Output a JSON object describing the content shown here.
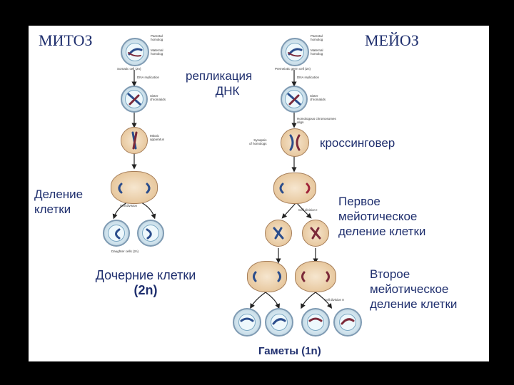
{
  "titles": {
    "mitosis": "МИТОЗ",
    "meiosis": "МЕЙОЗ"
  },
  "annotations": {
    "dna_replication": [
      "репликация",
      "ДНК"
    ],
    "cell_division": [
      "Деление",
      "клетки"
    ],
    "daughter_cells": [
      "Дочерние клетки",
      "(2n)"
    ],
    "crossing_over": "кроссинговер",
    "first_division": [
      "Первое",
      "мейотическое",
      "деление клетки"
    ],
    "second_division": [
      "Второе",
      "мейотическое",
      "деление клетки"
    ],
    "gametes": "Гаметы  (1n)"
  },
  "small_labels": {
    "mitosis": {
      "parental": [
        "Parental",
        "homolog"
      ],
      "maternal": [
        "Maternal",
        "homolog"
      ],
      "somatic": "Somatic cell (2n)",
      "replication": "DNA replication",
      "sister": [
        "Sister",
        "chromatids"
      ],
      "mitotic": [
        "Mitotic",
        "apparatus"
      ],
      "division": "Cell division",
      "daughter": "Daughter cells (2n)"
    },
    "meiosis": {
      "parental": [
        "Parental",
        "homolog"
      ],
      "maternal": [
        "Maternal",
        "homolog"
      ],
      "premeiotic": "Premeiotic germ cell (2n)",
      "replication": "DNA replication",
      "sister": [
        "Sister",
        "chromatids"
      ],
      "homologs": [
        "Homologous chromosomes",
        "align"
      ],
      "synapsis": [
        "Synapsis",
        "of homologs"
      ],
      "division1": "Cell division I",
      "division2": "Cell division II"
    }
  },
  "colors": {
    "heading": "#1f2f6e",
    "arrow": "#222222"
  }
}
